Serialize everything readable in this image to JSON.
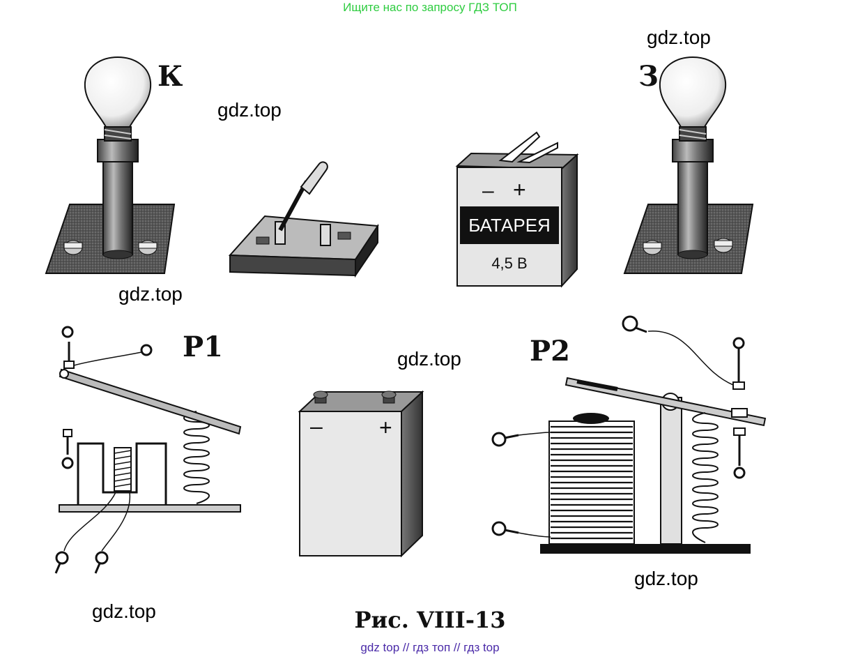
{
  "banner": "Ищите нас по запросу ГДЗ ТОП",
  "watermarks": [
    "gdz.top",
    "gdz.top",
    "gdz.top",
    "gdz.top",
    "gdz.top",
    "gdz.top"
  ],
  "labels": {
    "lamp_left": "К",
    "lamp_right": "З",
    "relay_left": "Р1",
    "relay_right": "Р2"
  },
  "battery_flat": {
    "minus": "–",
    "plus": "+",
    "name": "БАТАРЕЯ",
    "voltage": "4,5 В"
  },
  "battery_block": {
    "minus": "–",
    "plus": "+"
  },
  "caption": "Рис. VIII-13",
  "footer_links": "gdz top  //  гдз топ  //  гдз top"
}
